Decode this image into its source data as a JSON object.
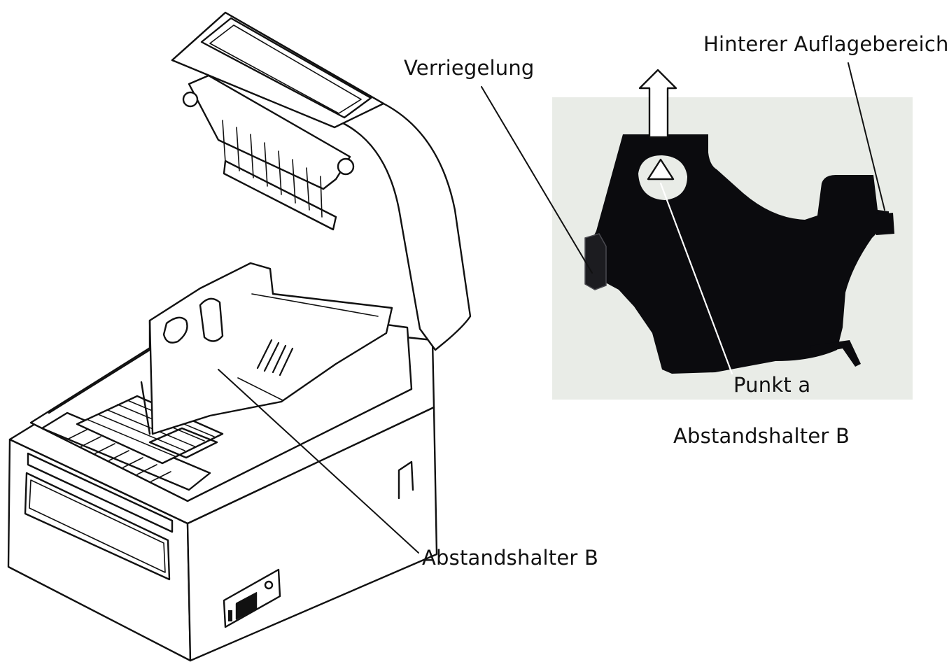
{
  "labels": {
    "verriegelung": "Verriegelung",
    "hinterer_auflagebereich": "Hinterer Auflagebereich",
    "punkt_a": "Punkt a",
    "abstandshalter_photo": "Abstandshalter B",
    "abstandshalter_printer": "Abstandshalter B"
  },
  "colors": {
    "line": "#111111",
    "photo_background": "#e9ece7",
    "spacer_part": "#0b0b0e",
    "arrow_fill": "#ffffff"
  },
  "icons": {
    "arrow": "up-arrow-icon",
    "point_marker": "triangle-marker-icon"
  }
}
